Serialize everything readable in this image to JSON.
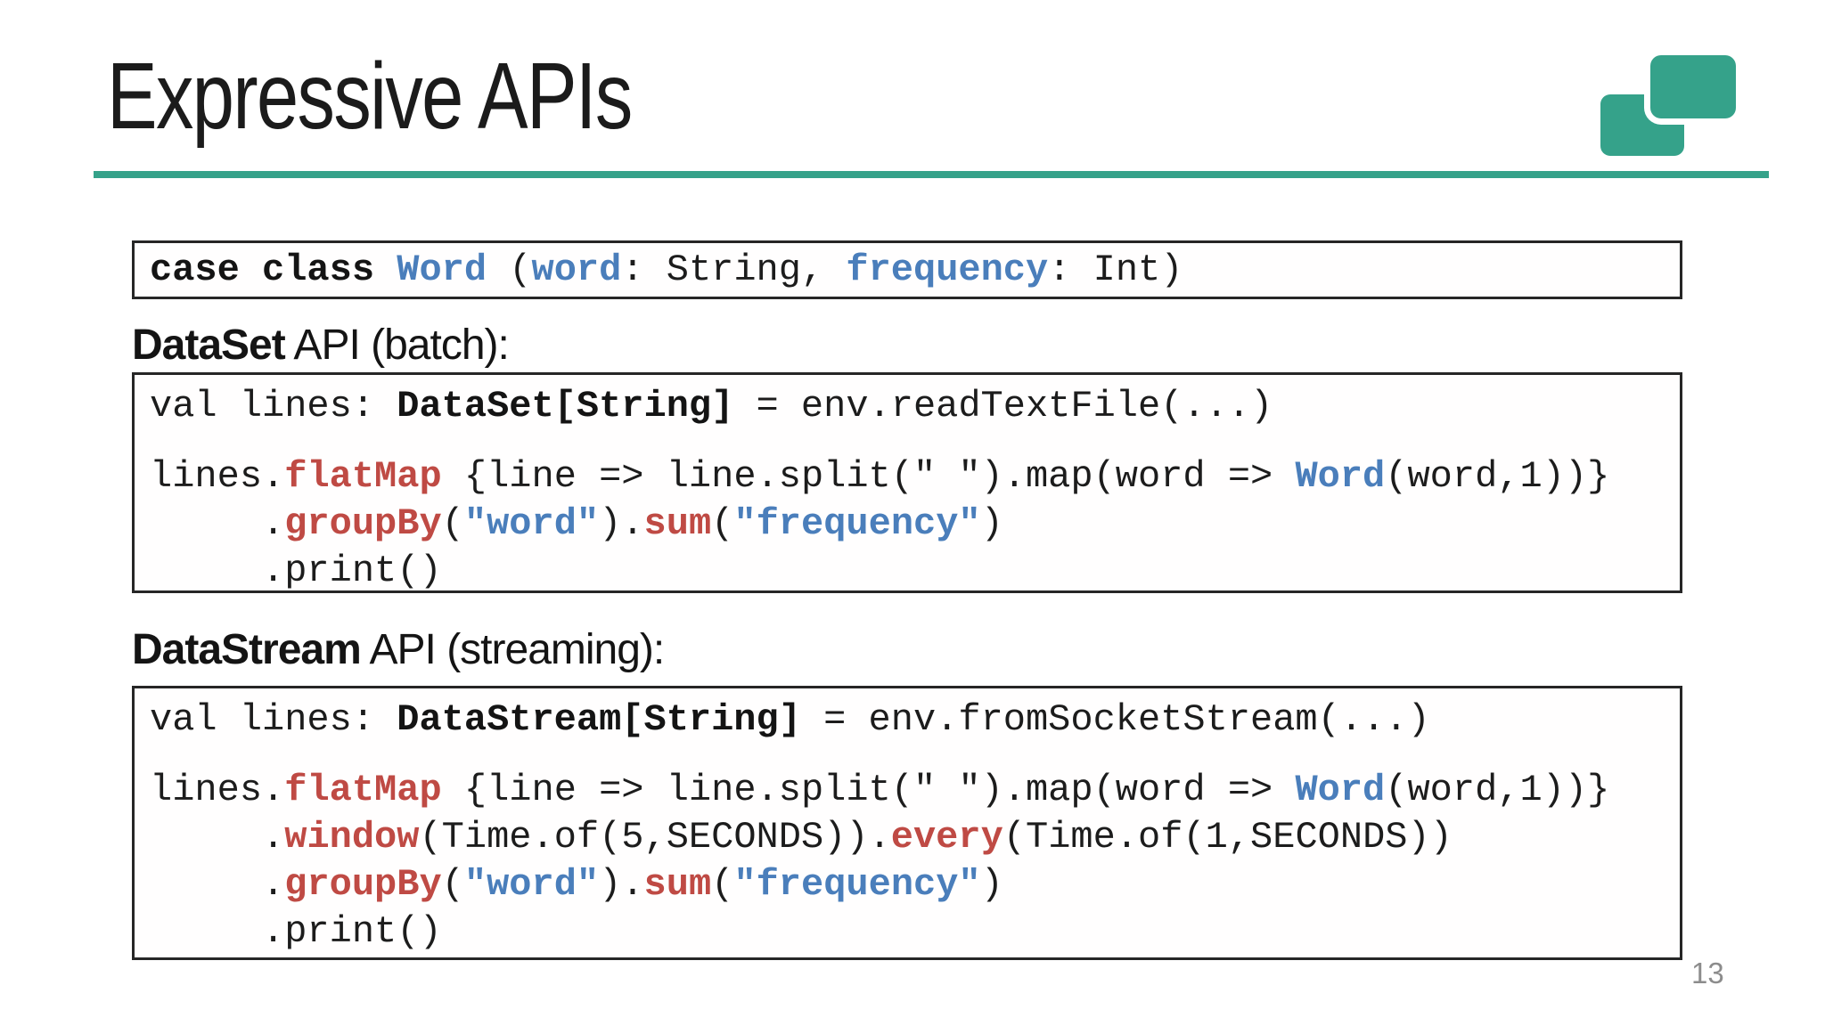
{
  "slide": {
    "title": "Expressive APIs",
    "page_number": "13"
  },
  "colors": {
    "accent_green": "#35a28a",
    "code_red": "#bf4a44",
    "code_blue": "#4a7ebb",
    "code_black": "#1c1c1c"
  },
  "logo": {
    "icon": "two-overlapping-rounded-squares"
  },
  "case_class": {
    "code": [
      [
        {
          "c": "k",
          "t": "case class "
        },
        {
          "c": "b",
          "t": "Word"
        },
        {
          "c": "p",
          "t": " ("
        },
        {
          "c": "b",
          "t": "word"
        },
        {
          "c": "p",
          "t": ": String, "
        },
        {
          "c": "b",
          "t": "frequency"
        },
        {
          "c": "p",
          "t": ": Int)"
        }
      ]
    ]
  },
  "dataset": {
    "heading_bold": "DataSet",
    "heading_rest": " API (batch):",
    "code": [
      [
        {
          "c": "p",
          "t": "val lines: "
        },
        {
          "c": "k",
          "t": "DataSet[String]"
        },
        {
          "c": "p",
          "t": " = env.readTextFile(...)"
        }
      ],
      [],
      [
        {
          "c": "p",
          "t": "lines."
        },
        {
          "c": "r",
          "t": "flatMap"
        },
        {
          "c": "p",
          "t": " {line => line.split(\" \").map(word => "
        },
        {
          "c": "b",
          "t": "Word"
        },
        {
          "c": "p",
          "t": "(word,1))}"
        }
      ],
      [
        {
          "c": "p",
          "t": "     ."
        },
        {
          "c": "r",
          "t": "groupBy"
        },
        {
          "c": "p",
          "t": "("
        },
        {
          "c": "b",
          "t": "\"word\""
        },
        {
          "c": "p",
          "t": ")."
        },
        {
          "c": "r",
          "t": "sum"
        },
        {
          "c": "p",
          "t": "("
        },
        {
          "c": "b",
          "t": "\"frequency\""
        },
        {
          "c": "p",
          "t": ")"
        }
      ],
      [
        {
          "c": "p",
          "t": "     .print()"
        }
      ]
    ]
  },
  "datastream": {
    "heading_bold": "DataStream",
    "heading_rest": " API (streaming):",
    "code": [
      [
        {
          "c": "p",
          "t": "val lines: "
        },
        {
          "c": "k",
          "t": "DataStream[String]"
        },
        {
          "c": "p",
          "t": " = env.fromSocketStream(...)"
        }
      ],
      [],
      [
        {
          "c": "p",
          "t": "lines."
        },
        {
          "c": "r",
          "t": "flatMap"
        },
        {
          "c": "p",
          "t": " {line => line.split(\" \").map(word => "
        },
        {
          "c": "b",
          "t": "Word"
        },
        {
          "c": "p",
          "t": "(word,1))}"
        }
      ],
      [
        {
          "c": "p",
          "t": "     ."
        },
        {
          "c": "r",
          "t": "window"
        },
        {
          "c": "p",
          "t": "(Time.of(5,SECONDS))."
        },
        {
          "c": "r",
          "t": "every"
        },
        {
          "c": "p",
          "t": "(Time.of(1,SECONDS))"
        }
      ],
      [
        {
          "c": "p",
          "t": "     ."
        },
        {
          "c": "r",
          "t": "groupBy"
        },
        {
          "c": "p",
          "t": "("
        },
        {
          "c": "b",
          "t": "\"word\""
        },
        {
          "c": "p",
          "t": ")."
        },
        {
          "c": "r",
          "t": "sum"
        },
        {
          "c": "p",
          "t": "("
        },
        {
          "c": "b",
          "t": "\"frequency\""
        },
        {
          "c": "p",
          "t": ")"
        }
      ],
      [
        {
          "c": "p",
          "t": "     .print()"
        }
      ]
    ]
  }
}
